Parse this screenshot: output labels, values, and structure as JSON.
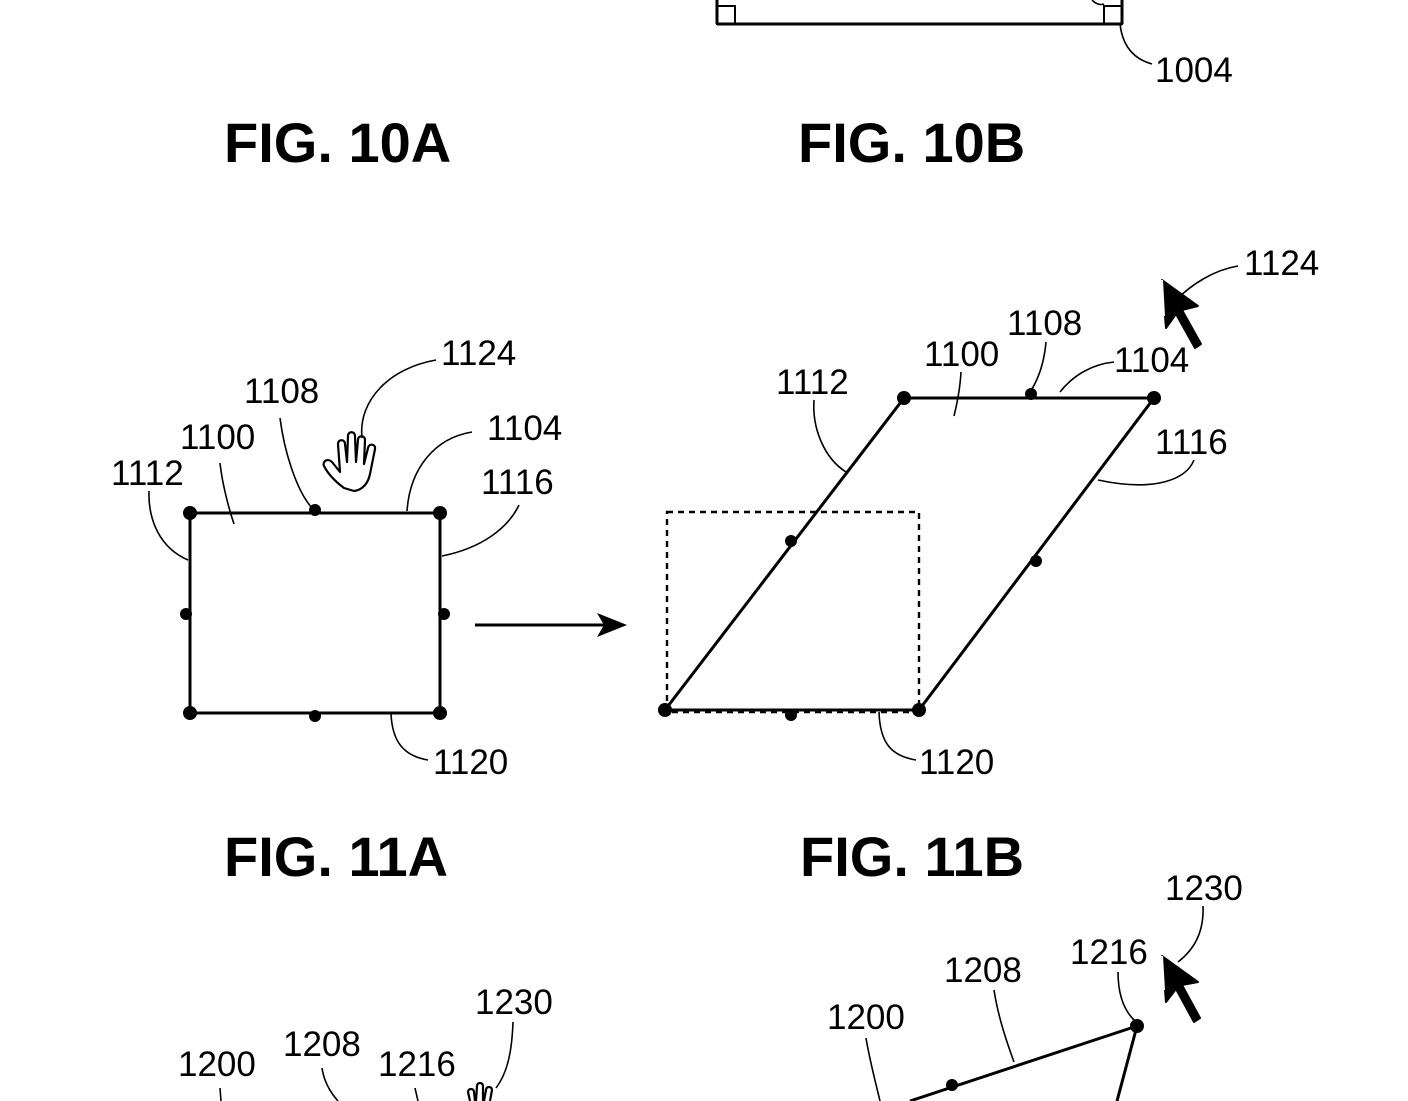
{
  "figures": {
    "fig10a": {
      "caption": "FIG. 10A"
    },
    "fig10b": {
      "caption": "FIG. 10B",
      "labels": {
        "ref_1004": "1004"
      }
    },
    "fig11a": {
      "caption": "FIG. 11A",
      "labels": {
        "ref_1124": "1124",
        "ref_1108": "1108",
        "ref_1104": "1104",
        "ref_1100": "1100",
        "ref_1112": "1112",
        "ref_1116": "1116",
        "ref_1120": "1120"
      },
      "icons": {
        "cursor": "open-hand-icon"
      }
    },
    "fig11b": {
      "caption": "FIG. 11B",
      "labels": {
        "ref_1124": "1124",
        "ref_1108": "1108",
        "ref_1100": "1100",
        "ref_1104": "1104",
        "ref_1112": "1112",
        "ref_1116": "1116",
        "ref_1120": "1120"
      },
      "icons": {
        "cursor": "arrow-pointer-icon"
      }
    },
    "fig12a": {
      "labels": {
        "ref_1230": "1230",
        "ref_1200": "1200",
        "ref_1208": "1208",
        "ref_1216": "1216"
      },
      "icons": {
        "cursor": "open-hand-icon"
      }
    },
    "fig12b": {
      "labels": {
        "ref_1230": "1230",
        "ref_1216": "1216",
        "ref_1208": "1208",
        "ref_1200": "1200"
      },
      "icons": {
        "cursor": "arrow-pointer-icon"
      }
    }
  }
}
